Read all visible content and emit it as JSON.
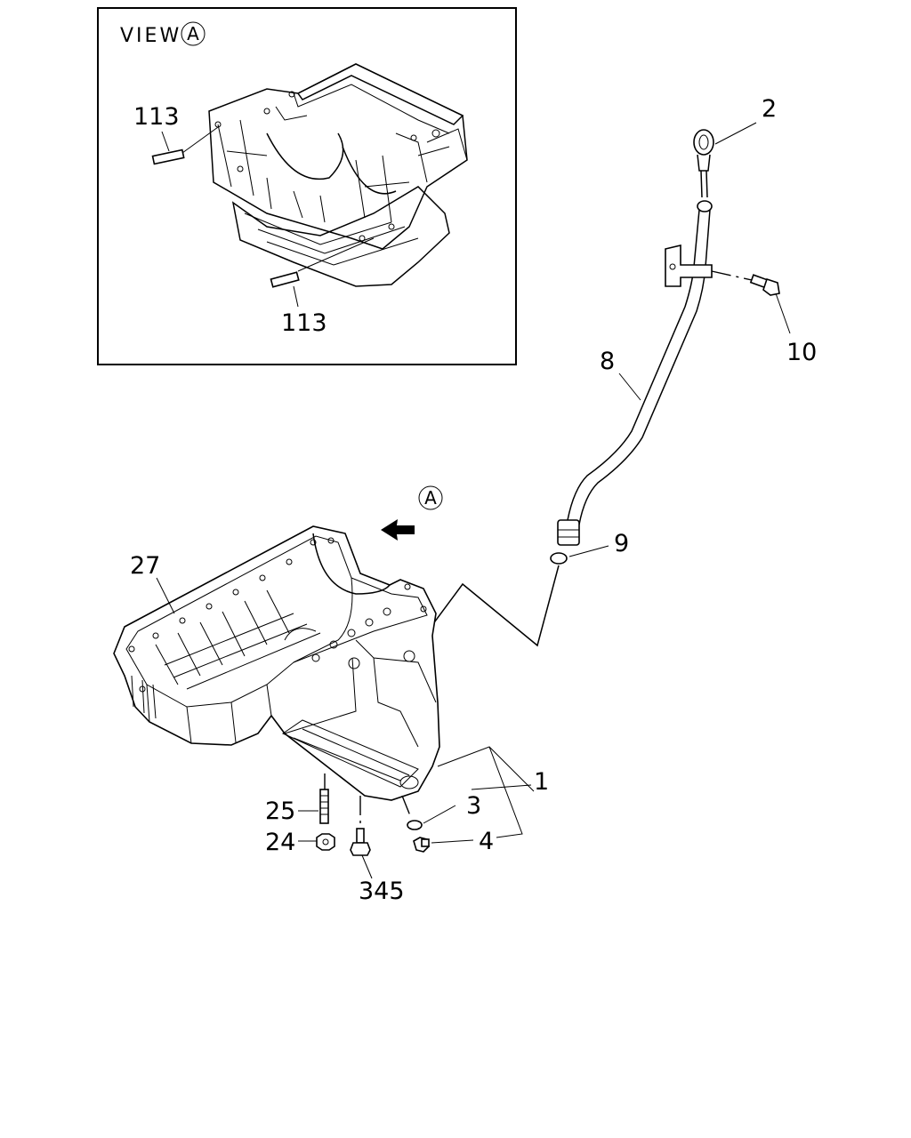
{
  "inset": {
    "view_text": "VIEW",
    "view_letter": "A",
    "labels": {
      "pin_upper": "113",
      "pin_lower": "113"
    }
  },
  "view_marker": "A",
  "labels": {
    "dipstick": "2",
    "bolt": "10",
    "guide_tube": "8",
    "o_ring": "9",
    "oil_pan": "27",
    "pan_group": "1",
    "washer": "3",
    "drain_plug": "4",
    "stud": "25",
    "nut": "24",
    "bolt_bottom": "345"
  }
}
